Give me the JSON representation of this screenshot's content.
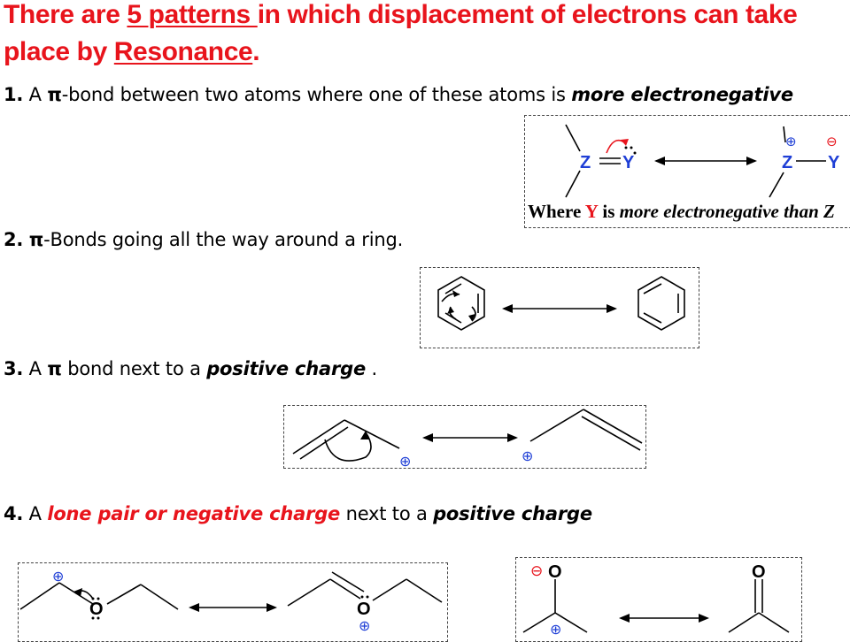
{
  "title": {
    "line1_pre": "There  are ",
    "line1_link": "5 patterns ",
    "line1_post": "in which displacement of electrons can take",
    "line2_pre": "place by ",
    "line2_link": "Resonance",
    "line2_post": "."
  },
  "rules": [
    {
      "num": "1.",
      "pre": " A ",
      "pi": "π",
      "mid": "-bond between two atoms where one of these atoms is ",
      "em": "more electronegative"
    },
    {
      "num": "2.",
      "pi": "π",
      "mid": "-Bonds going all the way around a ring."
    },
    {
      "num": "3.",
      "pre": " A ",
      "pi": "π",
      "mid": " bond next to a ",
      "em": "positive charge",
      "post": " ."
    },
    {
      "num": "4.",
      "pre": " A ",
      "red_em": "lone pair or negative charge",
      "mid": " next to a ",
      "em": "positive charge"
    }
  ],
  "diagram1": {
    "atom_z": "Z",
    "atom_y": "Y",
    "plus": "⊕",
    "minus": "⊖",
    "caption_pre": "Where ",
    "caption_y": "Y",
    "caption_mid": " is ",
    "caption_em": "more electronegative than Z"
  },
  "diagram4": {
    "atom_o": "O",
    "plus": "⊕",
    "minus": "⊖"
  },
  "colors": {
    "title": "#e8141c",
    "atom_blue": "#1f3fd6",
    "charge_blue": "#1f3fd6",
    "caption_red": "#e8141c"
  }
}
